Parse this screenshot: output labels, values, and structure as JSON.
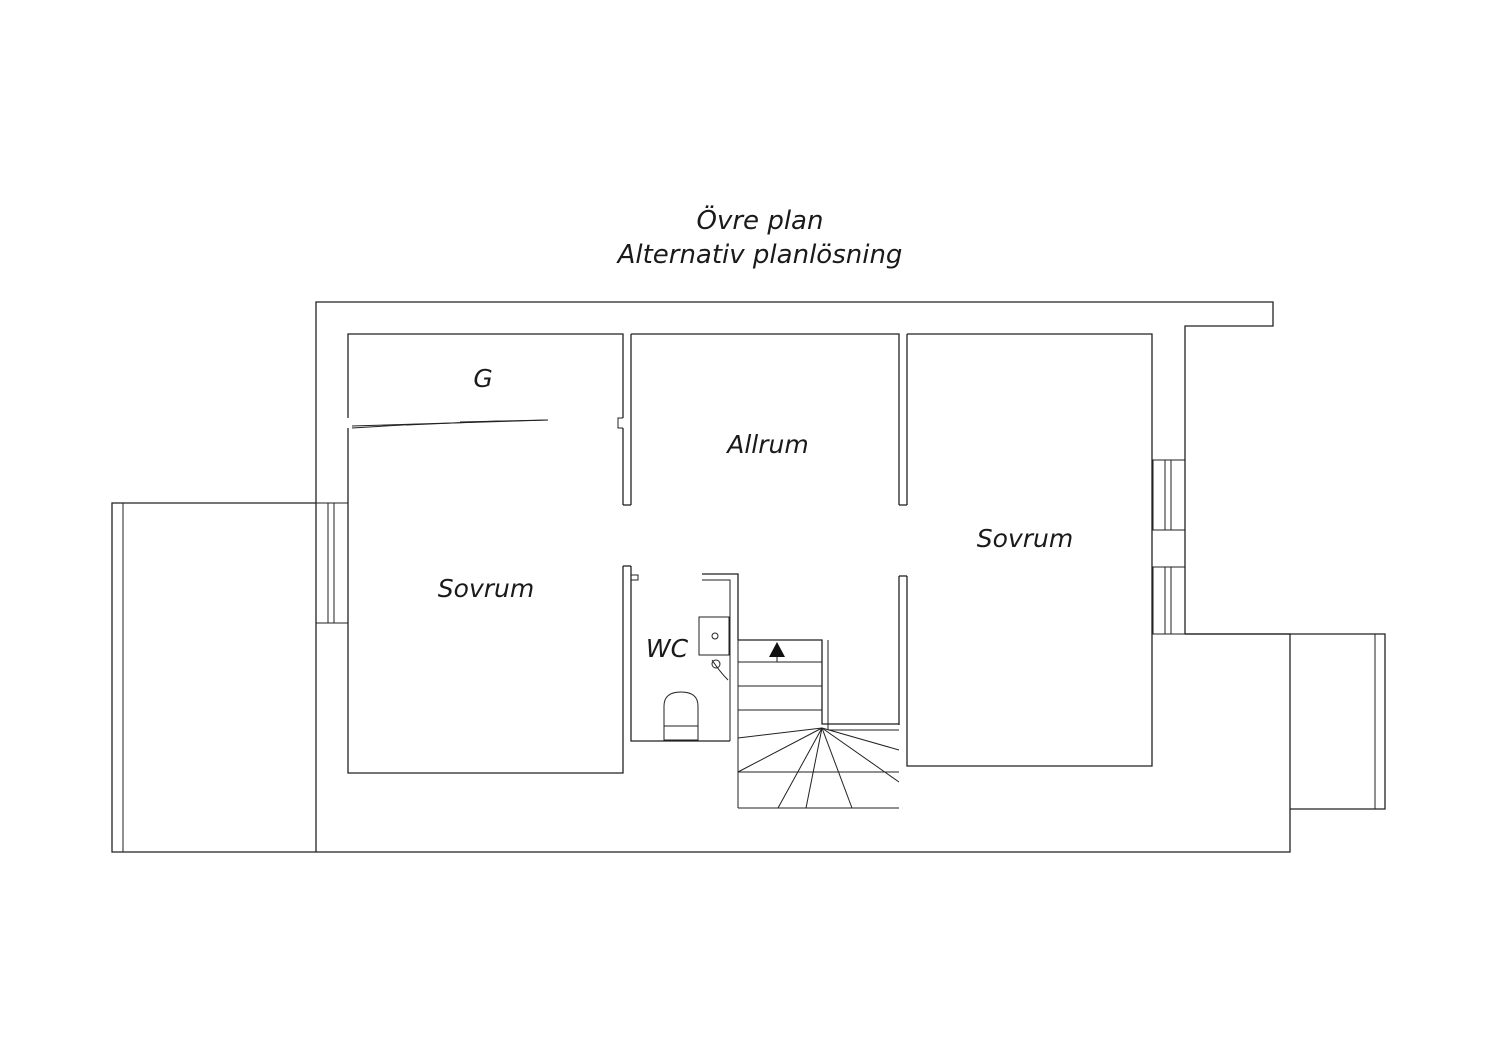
{
  "title": {
    "line1": "Övre plan",
    "line2": "Alternativ planlösning"
  },
  "rooms": {
    "closet": "G",
    "family_room": "Allrum",
    "bedroom_left": "Sovrum",
    "bedroom_right": "Sovrum",
    "toilet": "WC"
  }
}
